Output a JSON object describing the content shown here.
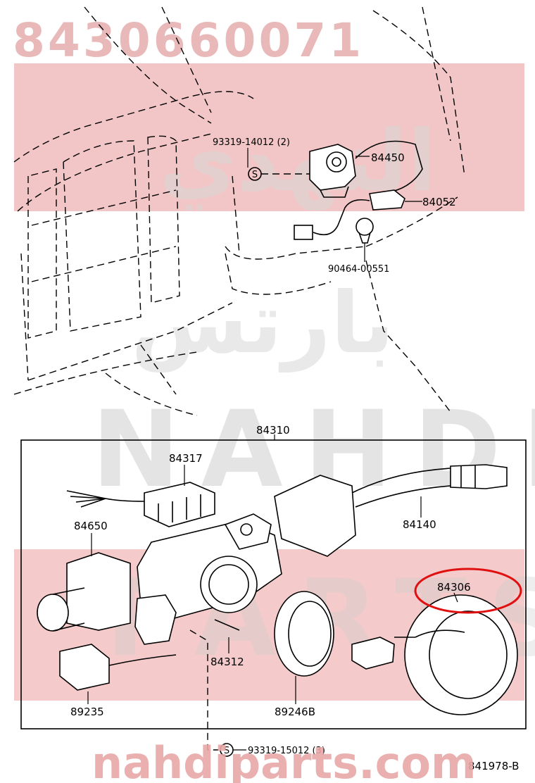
{
  "watermark": {
    "part_number": "8430660071",
    "arabic_brand": "النهدي",
    "arabic_parts": "بارتس",
    "latin_brand": "NAHDI",
    "latin_parts": "PARTS",
    "url": "nahdiparts.com",
    "accent_color": "#e8a8a8"
  },
  "labels": {
    "screw_top": "93319-14012 (2)",
    "ignition_switch": "84450",
    "connector_top": "84052",
    "bulb": "90464-00551",
    "assembly": "84310",
    "relay": "84317",
    "wiper_switch": "84140",
    "headlight_switch": "84650",
    "spiral_cable": "84306",
    "pin": "84312",
    "connector_bottom": "89235",
    "ring": "89246B",
    "screw_bottom": "93319-15012 (3)",
    "figure_id": "841978-B"
  },
  "highlight_color": "#e01010"
}
